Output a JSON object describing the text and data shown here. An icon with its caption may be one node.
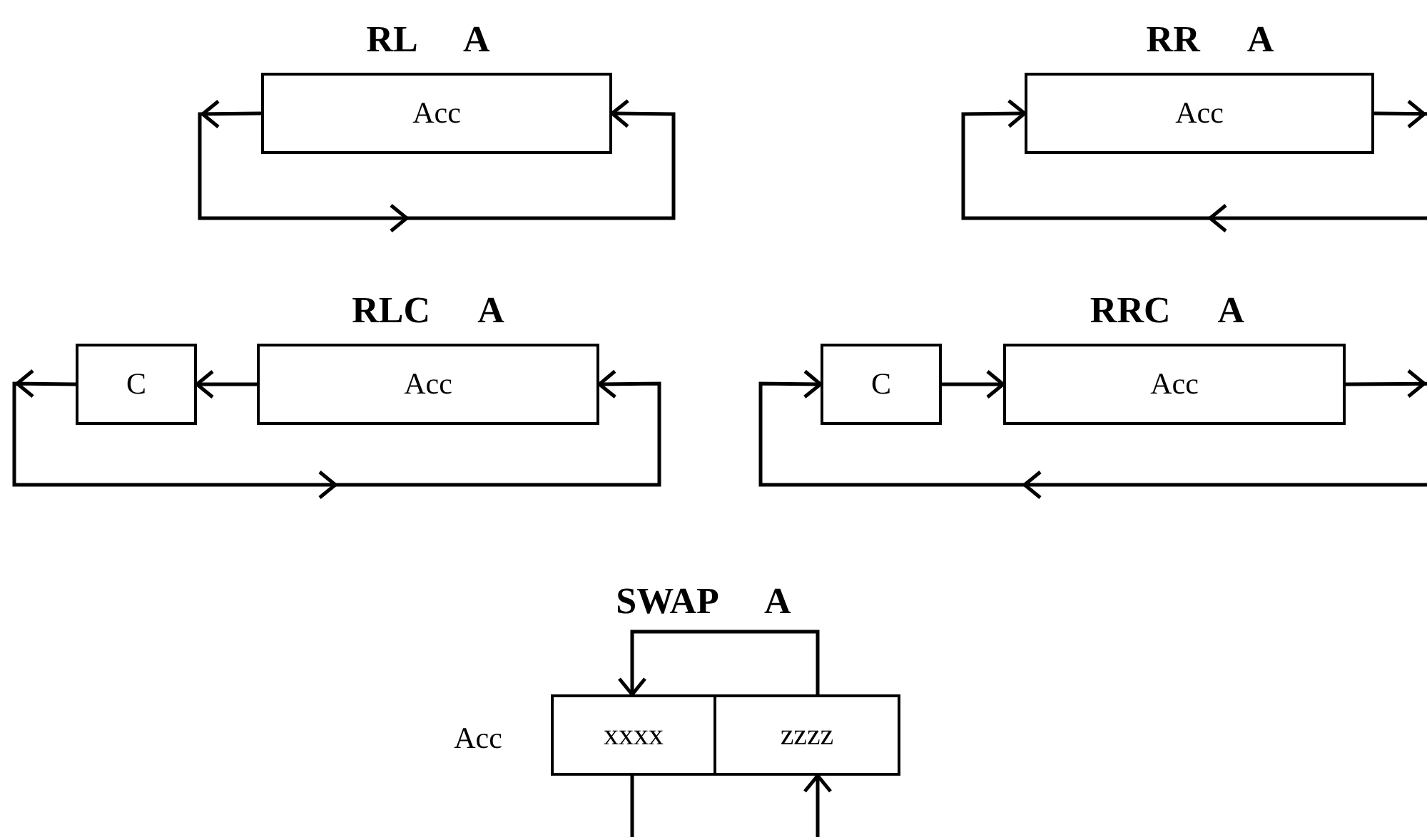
{
  "diagram": {
    "nodes": [
      {
        "text": [
          "Acc"
        ]
      },
      {
        "text": [
          "Acc"
        ]
      },
      {
        "text": [
          "C"
        ]
      },
      {
        "text": [
          "Acc"
        ]
      },
      {
        "text": [
          "C"
        ]
      },
      {
        "text": [
          "Acc"
        ]
      },
      {
        "text": [
          "xxxx"
        ]
      },
      {
        "text": [
          "zzzz"
        ]
      }
    ],
    "edges": [
      {
        "from": 0,
        "to": 0,
        "arrow": "to"
      },
      {
        "from": 1,
        "to": 1,
        "arrow": "to"
      },
      {
        "from": 3,
        "to": 2,
        "arrow": "to"
      },
      {
        "from": 2,
        "to": 3,
        "arrow": "to"
      },
      {
        "from": 4,
        "to": 5,
        "arrow": "to"
      },
      {
        "from": 5,
        "to": 4,
        "arrow": "to"
      },
      {
        "from": 7,
        "to": 6,
        "arrow": "to"
      },
      {
        "from": 6,
        "to": 7,
        "arrow": "to"
      }
    ],
    "labels": [
      "RL A",
      "RR A",
      "RLC A",
      "RRC A",
      "SWAP A",
      "Acc"
    ]
  }
}
